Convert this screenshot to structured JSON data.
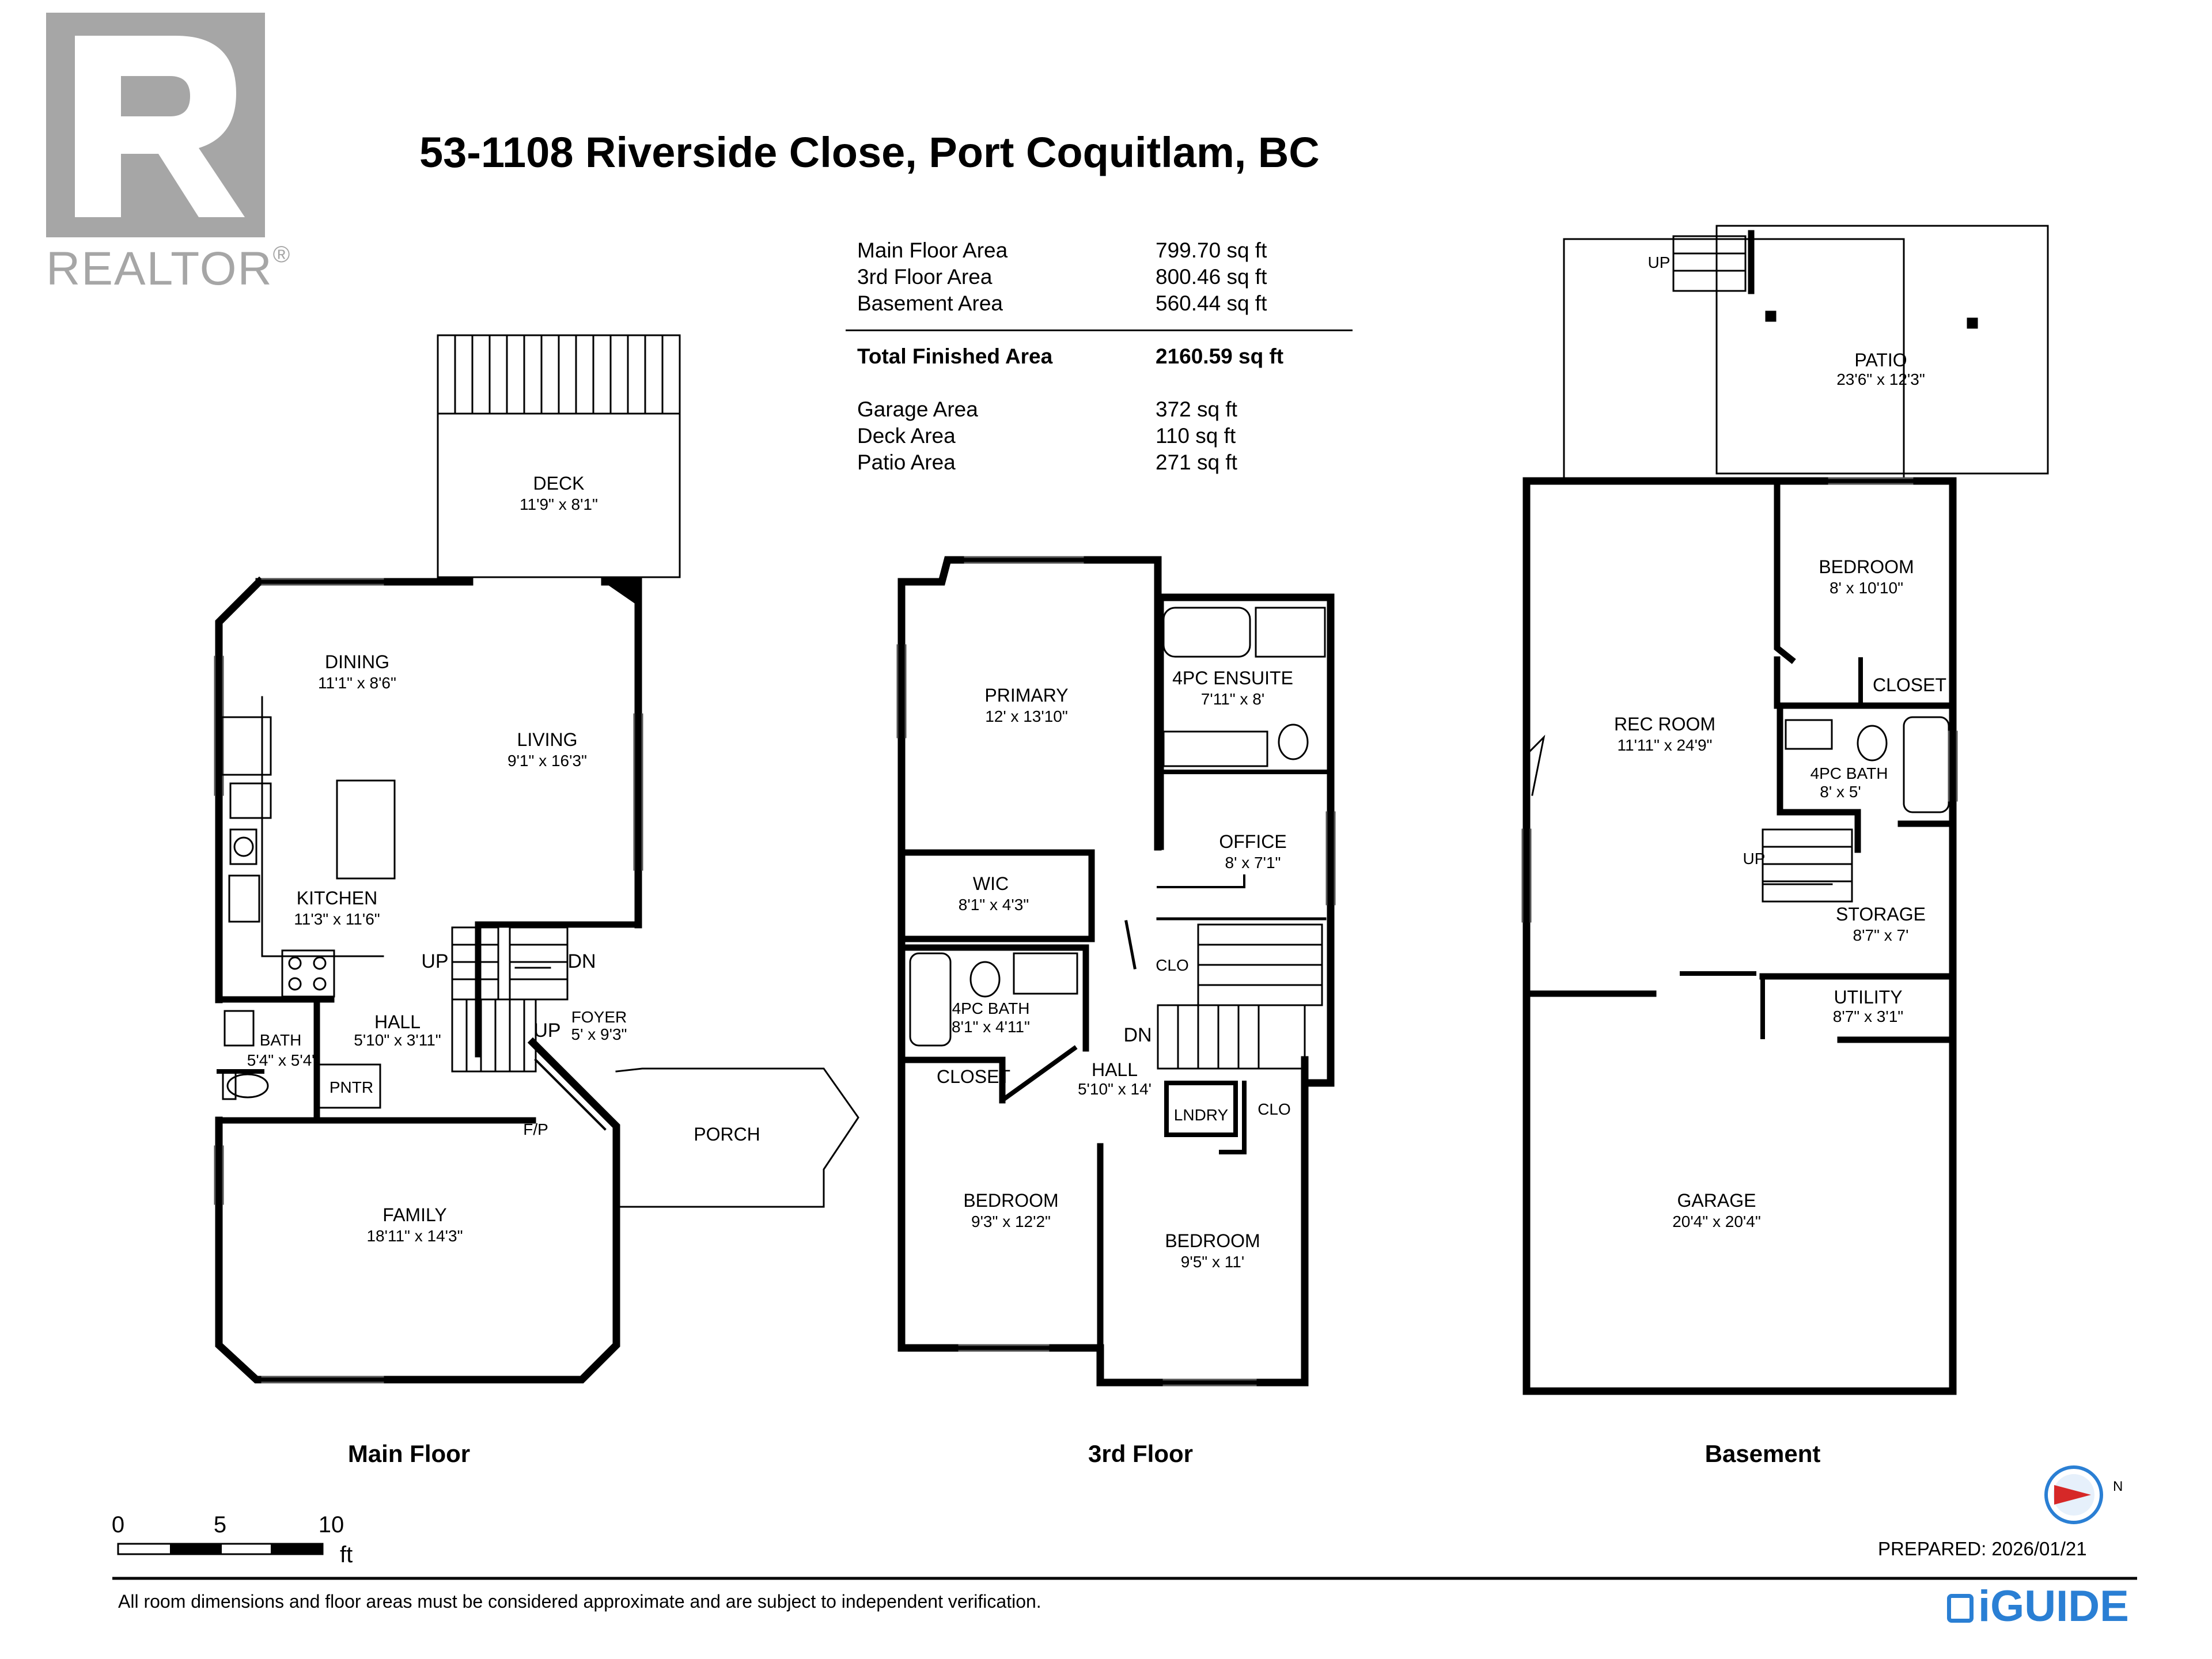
{
  "logo": {
    "letter": "R",
    "wordmark": "REALTOR",
    "trademark": "®"
  },
  "title": "53-1108 Riverside Close, Port Coquitlam, BC",
  "areas": [
    {
      "label": "Main Floor Area",
      "value": "799.70 sq ft"
    },
    {
      "label": "3rd Floor Area",
      "value": "800.46 sq ft"
    },
    {
      "label": "Basement Area",
      "value": "560.44 sq ft"
    }
  ],
  "total": {
    "label": "Total Finished Area",
    "value": "2160.59 sq ft"
  },
  "other_areas": [
    {
      "label": "Garage Area",
      "value": "372 sq ft"
    },
    {
      "label": "Deck Area",
      "value": "110 sq ft"
    },
    {
      "label": "Patio Area",
      "value": "271 sq ft"
    }
  ],
  "main_floor": {
    "label": "Main Floor",
    "rooms": {
      "deck": {
        "name": "DECK",
        "dim": "11'9\" x 8'1\""
      },
      "dining": {
        "name": "DINING",
        "dim": "11'1\" x 8'6\""
      },
      "living": {
        "name": "LIVING",
        "dim": "9'1\" x 16'3\""
      },
      "kitchen": {
        "name": "KITCHEN",
        "dim": "11'3\" x 11'6\""
      },
      "bath": {
        "name": "BATH",
        "dim": "5'4\" x 5'4\""
      },
      "hall": {
        "name": "HALL",
        "dim": "5'10\" x 3'11\""
      },
      "foyer": {
        "name": "FOYER",
        "dim": "5' x 9'3\""
      },
      "family": {
        "name": "FAMILY",
        "dim": "18'11\" x 14'3\""
      }
    },
    "labels": {
      "up1": "UP",
      "dn": "DN",
      "up2": "UP",
      "pntr": "PNTR",
      "fp": "F/P",
      "porch": "PORCH"
    }
  },
  "third_floor": {
    "label": "3rd Floor",
    "rooms": {
      "primary": {
        "name": "PRIMARY",
        "dim": "12' x 13'10\""
      },
      "ensuite": {
        "name": "4PC ENSUITE",
        "dim": "7'11\" x 8'"
      },
      "wic": {
        "name": "WIC",
        "dim": "8'1\" x 4'3\""
      },
      "office": {
        "name": "OFFICE",
        "dim": "8' x 7'1\""
      },
      "bath": {
        "name": "4PC BATH",
        "dim": "8'1\" x 4'11\""
      },
      "hall": {
        "name": "HALL",
        "dim": "5'10\" x 14'"
      },
      "bedroom1": {
        "name": "BEDROOM",
        "dim": "9'3\" x 12'2\""
      },
      "bedroom2": {
        "name": "BEDROOM",
        "dim": "9'5\" x 11'"
      }
    },
    "labels": {
      "closet": "CLOSET",
      "clo1": "CLO",
      "clo2": "CLO",
      "lndry": "LNDRY",
      "dn": "DN"
    }
  },
  "basement": {
    "label": "Basement",
    "rooms": {
      "patio": {
        "name": "PATIO",
        "dim": "23'6\" x 12'3\""
      },
      "bedroom": {
        "name": "BEDROOM",
        "dim": "8' x 10'10\""
      },
      "rec": {
        "name": "REC ROOM",
        "dim": "11'11\" x 24'9\""
      },
      "bath": {
        "name": "4PC BATH",
        "dim": "8' x 5'"
      },
      "storage": {
        "name": "STORAGE",
        "dim": "8'7\" x 7'"
      },
      "utility": {
        "name": "UTILITY",
        "dim": "8'7\" x 3'1\""
      },
      "garage": {
        "name": "GARAGE",
        "dim": "20'4\" x 20'4\""
      }
    },
    "labels": {
      "closet": "CLOSET",
      "up1": "UP",
      "up2": "UP"
    }
  },
  "scale": {
    "ticks": [
      "0",
      "5",
      "10"
    ],
    "unit": "ft"
  },
  "compass": {
    "letter": "N"
  },
  "prepared": "PREPARED: 2026/01/21",
  "disclaimer": "All room dimensions and floor areas must be considered approximate and are subject to independent verification.",
  "brand": "iGUIDE",
  "colors": {
    "logo_gray": "#a6a6a6",
    "brand_blue": "#2a7fd4",
    "compass_red": "#d62828"
  }
}
